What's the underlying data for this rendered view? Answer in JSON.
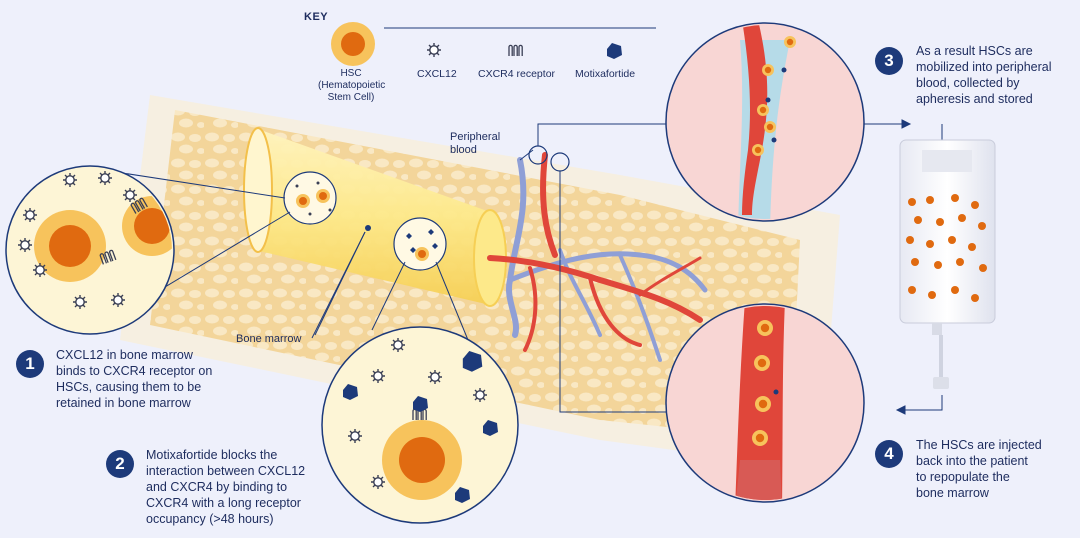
{
  "key": {
    "title": "KEY",
    "items": [
      {
        "icon": "hsc-icon",
        "label": "HSC\n(Hematopoietic\nStem Cell)"
      },
      {
        "icon": "cxcl12-icon",
        "label": "CXCL12"
      },
      {
        "icon": "cxcr4-receptor-icon",
        "label": "CXCR4 receptor"
      },
      {
        "icon": "motixafortide-icon",
        "label": "Motixafortide"
      }
    ]
  },
  "labels": {
    "peripheral_blood": "Peripheral\nblood",
    "bone_marrow": "Bone marrow"
  },
  "steps": [
    {
      "number": "1",
      "text": "CXCL12 in bone marrow\nbinds to CXCR4 receptor on\nHSCs, causing them to be\nretained in bone marrow"
    },
    {
      "number": "2",
      "text": "Motixafortide blocks the\ninteraction between CXCL12\nand CXCR4 by binding to\nCXCR4 with a long receptor\noccupancy (>48 hours)"
    },
    {
      "number": "3",
      "text": "As a result HSCs are\nmobilized into peripheral\nblood, collected by\napheresis and stored"
    },
    {
      "number": "4",
      "text": "The HSCs are injected\nback into the patient\nto repopulate the\nbone marrow"
    }
  ],
  "colors": {
    "navy": "#1d3a7a",
    "hsc_orange": "#e06a10",
    "hsc_halo": "#f7c35c",
    "marrow_yellow": "#fbe27a",
    "vessel_red": "#e0463a",
    "vessel_blue": "#8f9fd6",
    "lumen_pink": "#f6c9c6"
  }
}
